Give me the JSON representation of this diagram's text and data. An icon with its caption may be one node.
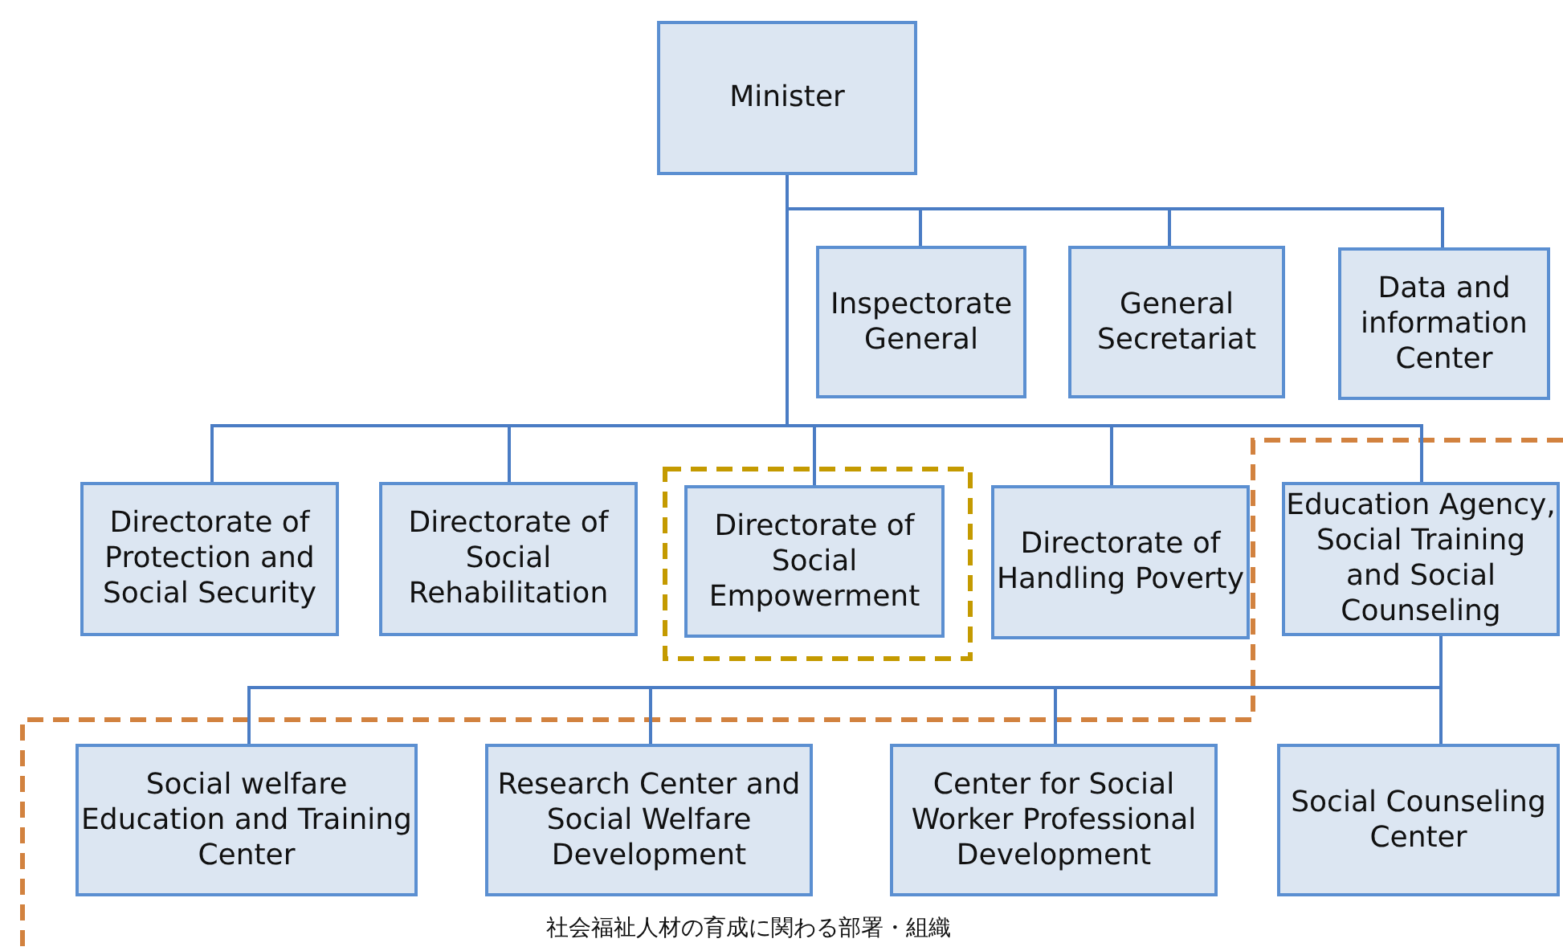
{
  "diagram": {
    "nodes": [
      {
        "text": [
          "Minister"
        ]
      },
      {
        "text": [
          "Inspectorate General"
        ]
      },
      {
        "text": [
          "General Secretariat"
        ]
      },
      {
        "text": [
          "Data and information Center"
        ]
      },
      {
        "text": [
          "Directorate of Protection and Social Security"
        ]
      },
      {
        "text": [
          "Directorate of Social Rehabilitation"
        ]
      },
      {
        "text": [
          "Directorate of Social Empowerment"
        ]
      },
      {
        "text": [
          "Directorate of Handling Poverty"
        ]
      },
      {
        "text": [
          "Education Agency, Social Training and Social Counseling"
        ]
      },
      {
        "text": [
          "Social welfare Education and Training Center"
        ]
      },
      {
        "text": [
          "Research Center and Social Welfare Development"
        ]
      },
      {
        "text": [
          "Center for Social Worker Professional Development"
        ]
      },
      {
        "text": [
          "Social Counseling Center"
        ]
      }
    ],
    "edges": [
      {
        "from": 0,
        "to": 1,
        "arrow": "none"
      },
      {
        "from": 0,
        "to": 2,
        "arrow": "none"
      },
      {
        "from": 0,
        "to": 3,
        "arrow": "none"
      },
      {
        "from": 0,
        "to": 4,
        "arrow": "none"
      },
      {
        "from": 0,
        "to": 5,
        "arrow": "none"
      },
      {
        "from": 0,
        "to": 6,
        "arrow": "none"
      },
      {
        "from": 0,
        "to": 7,
        "arrow": "none"
      },
      {
        "from": 0,
        "to": 8,
        "arrow": "none"
      },
      {
        "from": 8,
        "to": 9,
        "arrow": "none"
      },
      {
        "from": 8,
        "to": 10,
        "arrow": "none"
      },
      {
        "from": 8,
        "to": 11,
        "arrow": "none"
      },
      {
        "from": 8,
        "to": 12,
        "arrow": "none"
      }
    ],
    "labels": [
      "社会福祉人材の育成に関わる部署・組織"
    ]
  }
}
